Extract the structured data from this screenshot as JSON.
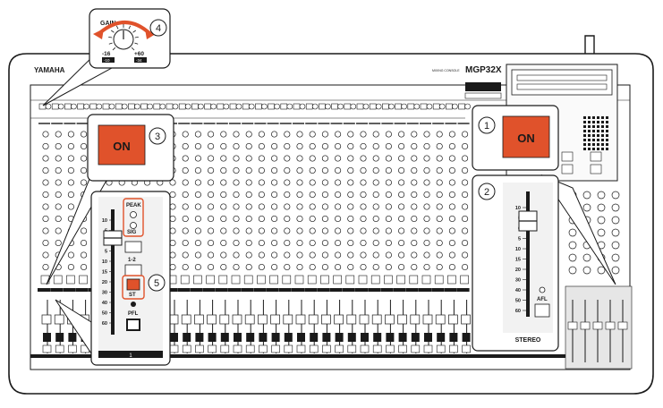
{
  "console": {
    "brand": "YAMAHA",
    "series_label": "MIXING CONSOLE",
    "model": "MGP32X"
  },
  "callouts": {
    "c1": "1",
    "c2": "2",
    "c3": "3",
    "c4": "4",
    "c5": "5",
    "on_label": "ON"
  },
  "gain_knob": {
    "title": "GAIN",
    "min_label": "-16",
    "max_label": "+60",
    "min_pad": "-10",
    "max_pad": "-34"
  },
  "channel_zoom": {
    "peak": "PEAK",
    "sig": "SIG",
    "assign": "1-2",
    "st": "ST",
    "pfl": "PFL",
    "channel_number": "1",
    "scale": [
      "10",
      "5",
      "0",
      "5",
      "10",
      "15",
      "20",
      "30",
      "40",
      "50",
      "60"
    ]
  },
  "stereo_zoom": {
    "label": "STEREO",
    "afl": "AFL",
    "scale": [
      "10",
      "5",
      "0",
      "5",
      "10",
      "15",
      "20",
      "30",
      "40",
      "50",
      "60"
    ]
  },
  "colors": {
    "accent": "#e0522b",
    "line": "#1a1a1a",
    "panel": "#f2f2f2"
  }
}
